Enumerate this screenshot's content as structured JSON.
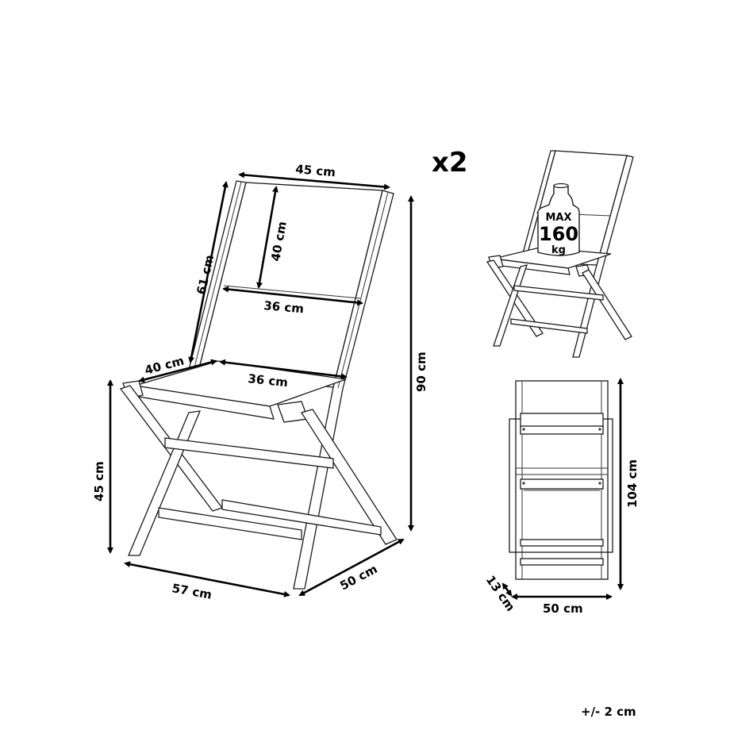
{
  "quantity": "x2",
  "tolerance": "+/- 2 cm",
  "main_view": {
    "dimensions": {
      "backrest_top_width": "45 cm",
      "backrest_height": "61 cm",
      "backrest_panel_height": "40 cm",
      "backrest_panel_width": "36 cm",
      "seat_depth": "40 cm",
      "seat_width": "36 cm",
      "total_height": "90 cm",
      "seat_height": "45 cm",
      "depth": "57 cm",
      "width": "50 cm"
    }
  },
  "load_view": {
    "weight_label_top": "MAX",
    "weight_value": "160",
    "weight_unit": "kg"
  },
  "folded_view": {
    "dimensions": {
      "height": "104 cm",
      "width": "50 cm",
      "thickness": "13 cm"
    }
  }
}
